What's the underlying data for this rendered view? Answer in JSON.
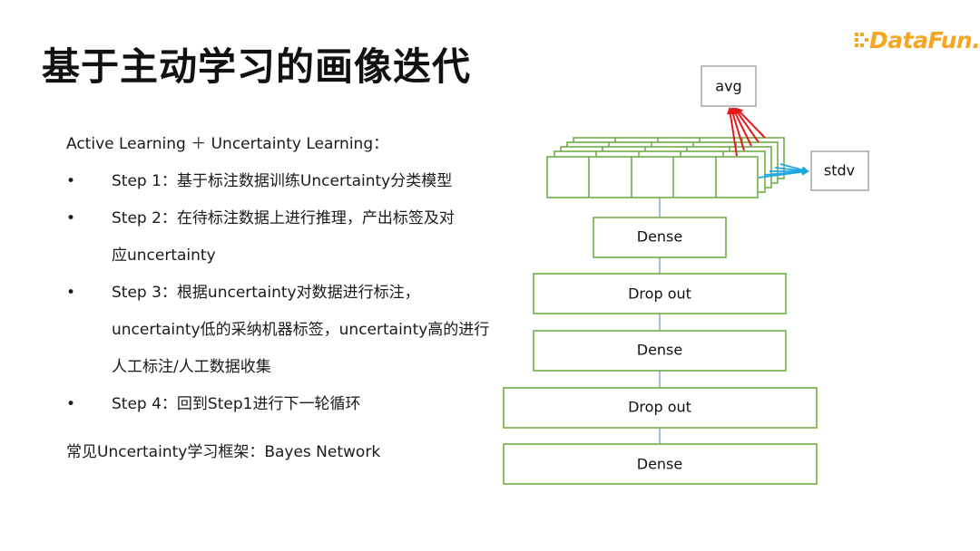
{
  "slide": {
    "title": "基于主动学习的画像迭代",
    "logo": {
      "text": "DataFun.",
      "color": "#f5a623"
    }
  },
  "content": {
    "heading": "Active Learning ＋ Uncertainty Learning：",
    "bullets": [
      {
        "lines": [
          "Step 1：基于标注数据训练Uncertainty分类模型"
        ]
      },
      {
        "lines": [
          "Step 2：在待标注数据上进行推理，产出标签及对",
          "应uncertainty"
        ]
      },
      {
        "lines": [
          "Step 3：根据uncertainty对数据进行标注，",
          "uncertainty低的采纳机器标签，uncertainty高的进行",
          "人工标注/人工数据收集"
        ]
      },
      {
        "lines": [
          "Step 4：回到Step1进行下一轮循环"
        ]
      }
    ],
    "footer": "常见Uncertainty学习框架：Bayes Network"
  },
  "diagram": {
    "avg_label": "avg",
    "stdv_label": "stdv",
    "layers": [
      "Dense",
      "Drop out",
      "Dense",
      "Drop out",
      "Dense"
    ],
    "colors": {
      "box_border": "#70ad47",
      "output_border": "#a0a0a0",
      "avg_arrows": "#e8191b",
      "stdv_arrows": "#1fa8e0",
      "connector": "#6b8fbf"
    }
  }
}
